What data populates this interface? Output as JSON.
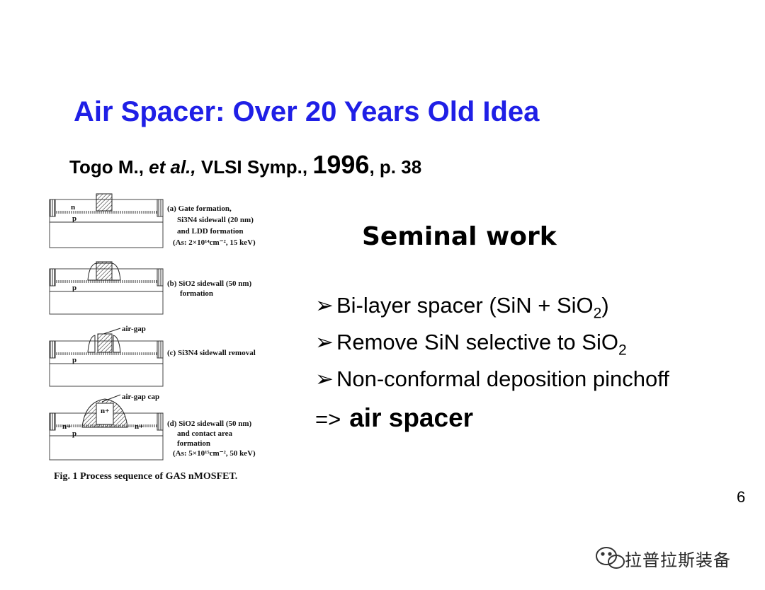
{
  "slide": {
    "title": "Air Spacer: Over 20 Years Old Idea",
    "reference": {
      "authors": "Togo M., ",
      "etal": "et al.,",
      "venue": " VLSI Symp., ",
      "year": "1996",
      "page": ", p. 38"
    },
    "heading": "Seminal work",
    "bullets": [
      {
        "marker": "➢",
        "text_pre": "Bi-layer spacer (SiN + SiO",
        "sub": "2",
        "text_post": ")"
      },
      {
        "marker": "➢",
        "text_pre": "Remove SiN selective to SiO",
        "sub": "2",
        "text_post": ""
      },
      {
        "marker": "➢",
        "text_pre": "Non-conformal deposition pinchoff",
        "sub": "",
        "text_post": ""
      }
    ],
    "conclusion": {
      "arrow": "=>",
      "text": "air spacer"
    },
    "page_number": "6"
  },
  "figure": {
    "caption": "Fig. 1  Process sequence of GAS nMOSFET.",
    "panels": [
      {
        "lines": [
          "(a) Gate formation,",
          "Si3N4 sidewall (20 nm)",
          "and LDD formation",
          "(As: 2×10¹⁴cm⁻², 15 keV)"
        ],
        "region_top": "n",
        "region_bottom": "p"
      },
      {
        "lines": [
          "(b) SiO2 sidewall (50 nm)",
          "formation"
        ],
        "region_bottom": "p"
      },
      {
        "lines": [
          "(c) Si3N4 sidewall removal"
        ],
        "callout": "air-gap",
        "region_bottom": "p"
      },
      {
        "lines": [
          "(d) SiO2 sidewall (50 nm)",
          "and contact area",
          "formation",
          "(As: 5×10¹⁵cm⁻², 50 keV)"
        ],
        "callout": "air-gap cap",
        "region_left": "n+",
        "region_right": "n+",
        "region_gate": "n+",
        "region_bottom": "p"
      }
    ]
  },
  "watermark": {
    "text": "拉普拉斯装备",
    "icon": "wechat-icon"
  }
}
